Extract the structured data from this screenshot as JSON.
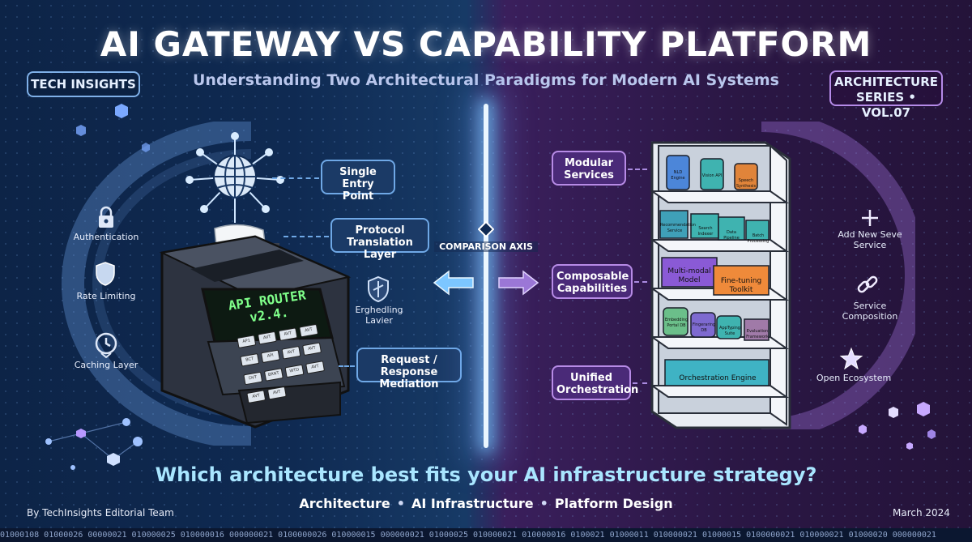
{
  "header": {
    "title": "AI GATEWAY VS CAPABILITY PLATFORM",
    "subtitle": "Understanding Two Architectural Paradigms for Modern AI Systems",
    "left_badge": "TECH INSIGHTS",
    "right_badge_line1": "ARCHITECTURE",
    "right_badge_line2": "SERIES • VOL.07"
  },
  "gateway": {
    "router_line1": "API ROUTER",
    "router_line2": "v2.4.",
    "callouts": {
      "entry_1": "Single",
      "entry_2": "Entry Point",
      "protocol_1": "Protocol",
      "protocol_2": "Translation Layer",
      "request_1": "Request /",
      "request_2": "Response Mediation"
    },
    "side_features": [
      "Authentication",
      "Rate Limiting",
      "Caching Layer"
    ],
    "shield_label_1": "Erghedling",
    "shield_label_2": "Lavier",
    "keys": [
      "AP1",
      "AVT",
      "AVT",
      "AVT",
      "BCT",
      "API",
      "AVT",
      "AVT",
      "DVT",
      "BRNT",
      "WTD",
      "AVT",
      "AVT",
      "AVT"
    ]
  },
  "axis": {
    "label": "COMPARISON AXIS"
  },
  "platform": {
    "callouts": {
      "modular_1": "Modular",
      "modular_2": "Services",
      "composable_1": "Composable",
      "composable_2": "Capabilities",
      "unified_1": "Unified",
      "unified_2": "Orchestration"
    },
    "shelf_items": {
      "row1": [
        "NLD Engine",
        "Vision API",
        "Speech Synthesis"
      ],
      "row2": [
        "Recommendation Service",
        "Search Indexer",
        "Data Pipeline",
        "Batch Processing"
      ],
      "row3": [
        "Multi-modal Model",
        "Fine-tuning Toolkit"
      ],
      "row4": [
        "Embedding Portal DB",
        "Fingeraring DB",
        "AppTyping Suite",
        "Evaluation Framework"
      ],
      "row5": [
        "Orchestration Engine"
      ]
    },
    "side_features": [
      [
        "Add New Seve",
        "Service"
      ],
      [
        "Service",
        "Composition"
      ],
      [
        "Open Ecosystem"
      ]
    ]
  },
  "footer": {
    "question": "Which architecture best fits your AI infrastructure strategy?",
    "tags": [
      "Architecture",
      "AI Infrastructure",
      "Platform Design"
    ],
    "author": "By TechInsights Editorial Team",
    "date": "March 2024",
    "binary": "01000108  01000026  00000021  010000025  010000016  000000021  0100000026  010000015  000000021  01000025  010000021  010000016  0100021  01000011  010000021  01000015  0100000021  010000021  01000020  000000021"
  },
  "colors": {
    "gateway_accent": "#6fa8e6",
    "platform_accent": "#b78be6",
    "axis_glow": "#9fd8ff"
  }
}
